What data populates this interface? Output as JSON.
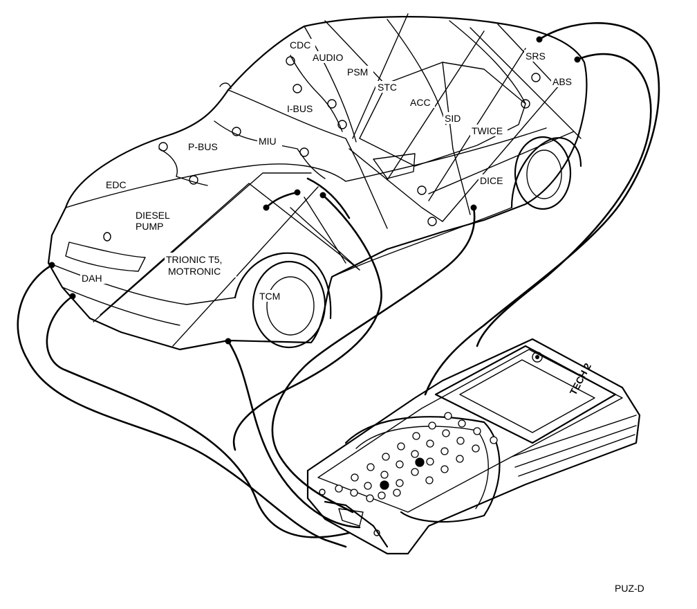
{
  "diagram": {
    "modules": [
      {
        "id": "cdc",
        "label": "CDC"
      },
      {
        "id": "audio",
        "label": "AUDIO"
      },
      {
        "id": "psm",
        "label": "PSM"
      },
      {
        "id": "stc",
        "label": "STC"
      },
      {
        "id": "srs",
        "label": "SRS"
      },
      {
        "id": "abs",
        "label": "ABS"
      },
      {
        "id": "acc",
        "label": "ACC"
      },
      {
        "id": "ibus",
        "label": "I-BUS"
      },
      {
        "id": "sid",
        "label": "SID"
      },
      {
        "id": "twice",
        "label": "TWICE"
      },
      {
        "id": "miu",
        "label": "MIU"
      },
      {
        "id": "pbus",
        "label": "P-BUS"
      },
      {
        "id": "edc",
        "label": "EDC"
      },
      {
        "id": "dice",
        "label": "DICE"
      },
      {
        "id": "diesel",
        "label_line1": "DIESEL",
        "label_line2": "PUMP"
      },
      {
        "id": "trionic",
        "label_line1": "TRIONIC T5,",
        "label_line2": "MOTRONIC"
      },
      {
        "id": "dah",
        "label": "DAH"
      },
      {
        "id": "tcm",
        "label": "TCM"
      }
    ],
    "tester": {
      "brand_text": "TECH 2"
    },
    "reference_code": "PUZ-D"
  }
}
